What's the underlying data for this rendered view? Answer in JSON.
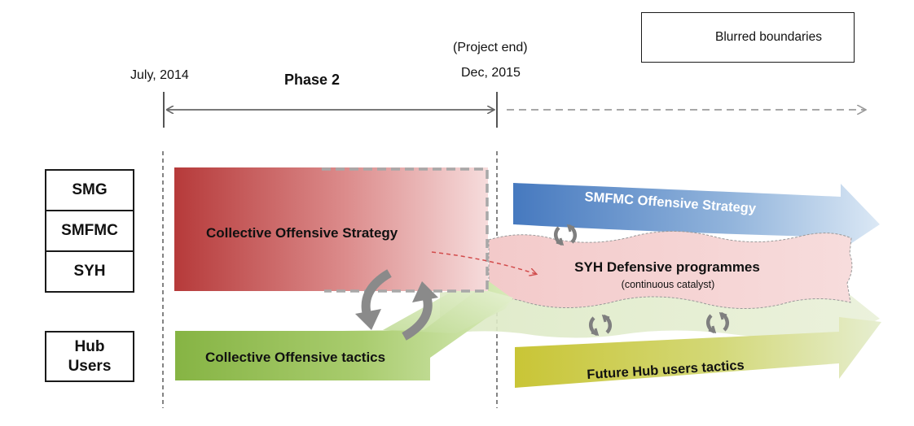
{
  "legend": {
    "label": "Blurred boundaries",
    "icon": "cycle-arrows-icon"
  },
  "timeline": {
    "start_date": "July, 2014",
    "project_end": "(Project end)",
    "end_date": "Dec, 2015",
    "phase": "Phase 2"
  },
  "stakeholders": [
    "SMG",
    "SMFMC",
    "SYH"
  ],
  "hub_users": {
    "line1": "Hub",
    "line2": "Users"
  },
  "flows": {
    "collective_strategy": "Collective Offensive Strategy",
    "collective_tactics": "Collective Offensive tactics",
    "smfmc_strategy": "SMFMC Offensive Strategy",
    "syh_programmes": "SYH Defensive programmes",
    "syh_catalyst": "(continuous catalyst)",
    "future_tactics": "Future Hub users tactics"
  },
  "colors": {
    "red": "#b83c3c",
    "green": "#8ab54a",
    "blue": "#4a7fc0",
    "pink": "#f0c6c6",
    "olive": "#c8c83a",
    "dashed_arrow": "#e06060",
    "gray": "#8a8a8a"
  }
}
